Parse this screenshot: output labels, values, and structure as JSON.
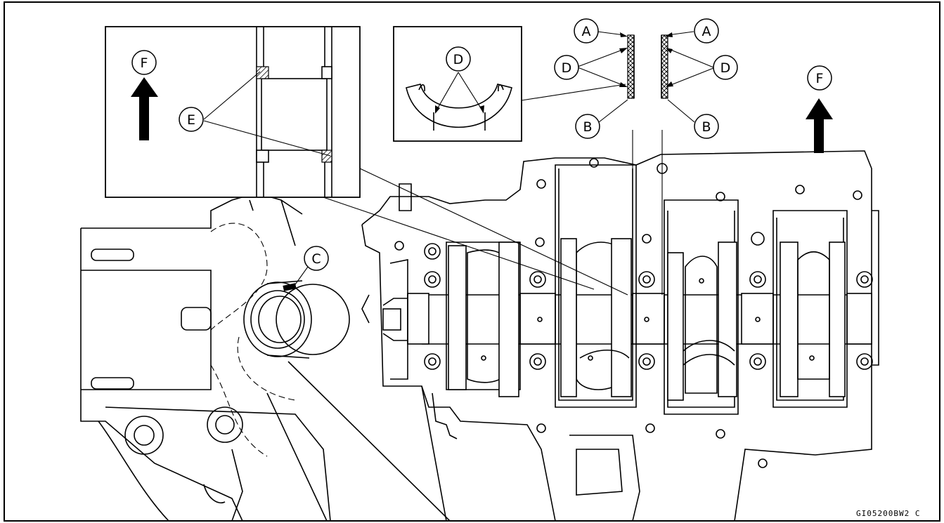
{
  "callouts": {
    "A": "A",
    "B": "B",
    "C": "C",
    "D": "D",
    "E": "E",
    "F": "F"
  },
  "figure_code": "GI05200BW2 C"
}
